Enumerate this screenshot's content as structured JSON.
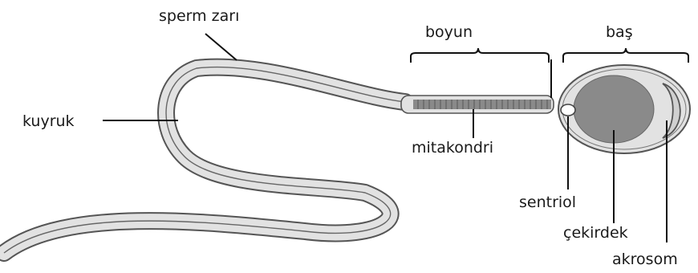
{
  "labels": {
    "membrane": "sperm zarı",
    "neck": "boyun",
    "head": "baş",
    "tail": "kuyruk",
    "mitochondria": "mitakondri",
    "centriole": "sentriol",
    "nucleus": "çekirdek",
    "acrosome": "akrosom"
  },
  "colors": {
    "outline": "#555555",
    "membrane_fill": "#e2e2e2",
    "nucleus": "#8a8a8a",
    "line": "#111111"
  }
}
